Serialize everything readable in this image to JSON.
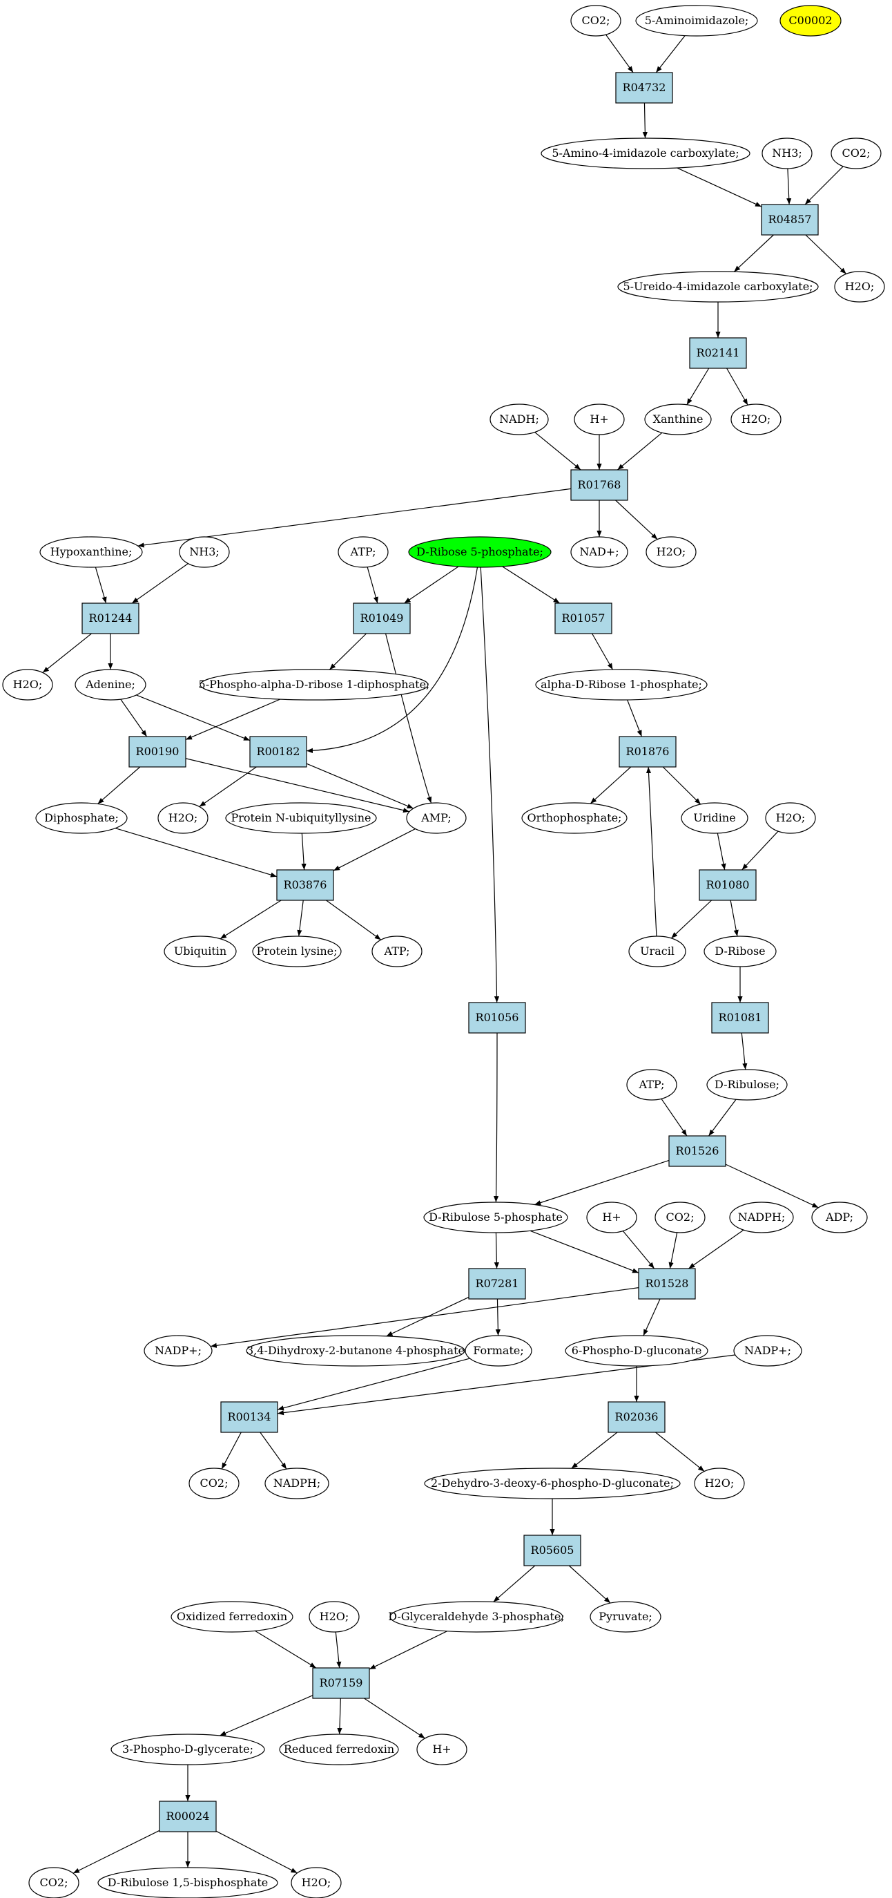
{
  "colors": {
    "reaction_fill": "#add8e6",
    "compound_fill": "#ffffff",
    "highlight_green": "#00ff00",
    "highlight_yellow": "#ffff00",
    "stroke": "#000000"
  },
  "nodes": {
    "co2_1": {
      "label": "CO2;"
    },
    "aminoimidazole": {
      "label": "5-Aminoimidazole;"
    },
    "c00002": {
      "label": "C00002"
    },
    "r04732": {
      "label": "R04732"
    },
    "amino_carbox": {
      "label": "5-Amino-4-imidazole carboxylate;"
    },
    "nh3_1": {
      "label": "NH3;"
    },
    "co2_2": {
      "label": "CO2;"
    },
    "r04857": {
      "label": "R04857"
    },
    "ureido": {
      "label": "5-Ureido-4-imidazole carboxylate;"
    },
    "h2o_1": {
      "label": "H2O;"
    },
    "r02141": {
      "label": "R02141"
    },
    "nadh": {
      "label": "NADH;"
    },
    "hplus_1": {
      "label": "H+"
    },
    "xanthine": {
      "label": "Xanthine"
    },
    "h2o_2": {
      "label": "H2O;"
    },
    "r01768": {
      "label": "R01768"
    },
    "hypoxanthine": {
      "label": "Hypoxanthine;"
    },
    "nh3_2": {
      "label": "NH3;"
    },
    "atp_1": {
      "label": "ATP;"
    },
    "ribose5p": {
      "label": "D-Ribose 5-phosphate;"
    },
    "nadplus_1": {
      "label": "NAD+;"
    },
    "h2o_3": {
      "label": "H2O;"
    },
    "r01244": {
      "label": "R01244"
    },
    "r01049": {
      "label": "R01049"
    },
    "r01057": {
      "label": "R01057"
    },
    "h2o_4": {
      "label": "H2O;"
    },
    "adenine": {
      "label": "Adenine;"
    },
    "prpp": {
      "label": "5-Phospho-alpha-D-ribose 1-diphosphate;"
    },
    "aribose1p": {
      "label": "alpha-D-Ribose 1-phosphate;"
    },
    "r00190": {
      "label": "R00190"
    },
    "r00182": {
      "label": "R00182"
    },
    "r01876": {
      "label": "R01876"
    },
    "diphosphate": {
      "label": "Diphosphate;"
    },
    "h2o_5": {
      "label": "H2O;"
    },
    "protein_nub": {
      "label": "Protein N-ubiquityllysine"
    },
    "amp": {
      "label": "AMP;"
    },
    "orthophosphate": {
      "label": "Orthophosphate;"
    },
    "uridine": {
      "label": "Uridine"
    },
    "h2o_6": {
      "label": "H2O;"
    },
    "r03876": {
      "label": "R03876"
    },
    "r01080": {
      "label": "R01080"
    },
    "ubiquitin": {
      "label": "Ubiquitin"
    },
    "protein_lysine": {
      "label": "Protein lysine;"
    },
    "atp_2": {
      "label": "ATP;"
    },
    "uracil": {
      "label": "Uracil"
    },
    "dribose": {
      "label": "D-Ribose"
    },
    "r01056": {
      "label": "R01056"
    },
    "r01081": {
      "label": "R01081"
    },
    "atp_3": {
      "label": "ATP;"
    },
    "dribulose": {
      "label": "D-Ribulose;"
    },
    "r01526": {
      "label": "R01526"
    },
    "ribulose5p": {
      "label": "D-Ribulose 5-phosphate"
    },
    "hplus_2": {
      "label": "H+"
    },
    "co2_3": {
      "label": "CO2;"
    },
    "nadph_1": {
      "label": "NADPH;"
    },
    "adp": {
      "label": "ADP;"
    },
    "r07281": {
      "label": "R07281"
    },
    "r01528": {
      "label": "R01528"
    },
    "nadpplus_1": {
      "label": "NADP+;"
    },
    "dihydroxybutanone": {
      "label": "3,4-Dihydroxy-2-butanone 4-phosphate"
    },
    "formate": {
      "label": "Formate;"
    },
    "phosphogluconate": {
      "label": "6-Phospho-D-gluconate"
    },
    "nadpplus_2": {
      "label": "NADP+;"
    },
    "r00134": {
      "label": "R00134"
    },
    "r02036": {
      "label": "R02036"
    },
    "co2_4": {
      "label": "CO2;"
    },
    "nadph_2": {
      "label": "NADPH;"
    },
    "kdpg": {
      "label": "2-Dehydro-3-deoxy-6-phospho-D-gluconate;"
    },
    "h2o_7": {
      "label": "H2O;"
    },
    "r05605": {
      "label": "R05605"
    },
    "oxferredoxin": {
      "label": "Oxidized ferredoxin"
    },
    "h2o_8": {
      "label": "H2O;"
    },
    "g3p": {
      "label": "D-Glyceraldehyde 3-phosphate;"
    },
    "pyruvate": {
      "label": "Pyruvate;"
    },
    "r07159": {
      "label": "R07159"
    },
    "pga": {
      "label": "3-Phospho-D-glycerate;"
    },
    "redferredoxin": {
      "label": "Reduced ferredoxin"
    },
    "hplus_3": {
      "label": "H+"
    },
    "r00024": {
      "label": "R00024"
    },
    "co2_5": {
      "label": "CO2;"
    },
    "rubp": {
      "label": "D-Ribulose 1,5-bisphosphate"
    },
    "h2o_9": {
      "label": "H2O;"
    }
  },
  "edges": [
    [
      "co2_1",
      "r04732"
    ],
    [
      "aminoimidazole",
      "r04732"
    ],
    [
      "r04732",
      "amino_carbox"
    ],
    [
      "amino_carbox",
      "r04857"
    ],
    [
      "nh3_1",
      "r04857"
    ],
    [
      "co2_2",
      "r04857"
    ],
    [
      "r04857",
      "ureido"
    ],
    [
      "r04857",
      "h2o_1"
    ],
    [
      "ureido",
      "r02141"
    ],
    [
      "r02141",
      "xanthine"
    ],
    [
      "r02141",
      "h2o_2"
    ],
    [
      "nadh",
      "r01768"
    ],
    [
      "hplus_1",
      "r01768"
    ],
    [
      "xanthine",
      "r01768"
    ],
    [
      "r01768",
      "hypoxanthine"
    ],
    [
      "r01768",
      "nadplus_1"
    ],
    [
      "r01768",
      "h2o_3"
    ],
    [
      "hypoxanthine",
      "r01244"
    ],
    [
      "nh3_2",
      "r01244"
    ],
    [
      "r01244",
      "h2o_4"
    ],
    [
      "r01244",
      "adenine"
    ],
    [
      "atp_1",
      "r01049"
    ],
    [
      "ribose5p",
      "r01049"
    ],
    [
      "r01049",
      "prpp"
    ],
    [
      "r01049",
      "amp"
    ],
    [
      "ribose5p",
      "r01057"
    ],
    [
      "ribose5p",
      "r00182"
    ],
    [
      "ribose5p",
      "r01056"
    ],
    [
      "r01057",
      "aribose1p"
    ],
    [
      "aribose1p",
      "r01876"
    ],
    [
      "adenine",
      "r00190"
    ],
    [
      "adenine",
      "r00182"
    ],
    [
      "prpp",
      "r00190"
    ],
    [
      "r00190",
      "diphosphate"
    ],
    [
      "r00190",
      "amp"
    ],
    [
      "r00182",
      "h2o_5"
    ],
    [
      "r00182",
      "amp"
    ],
    [
      "diphosphate",
      "r03876"
    ],
    [
      "protein_nub",
      "r03876"
    ],
    [
      "amp",
      "r03876"
    ],
    [
      "r03876",
      "ubiquitin"
    ],
    [
      "r03876",
      "protein_lysine"
    ],
    [
      "r03876",
      "atp_2"
    ],
    [
      "r01876",
      "orthophosphate"
    ],
    [
      "r01876",
      "uridine"
    ],
    [
      "uridine",
      "r01080"
    ],
    [
      "h2o_6",
      "r01080"
    ],
    [
      "r01080",
      "uracil"
    ],
    [
      "r01080",
      "dribose"
    ],
    [
      "uracil",
      "r01876"
    ],
    [
      "dribose",
      "r01081"
    ],
    [
      "r01081",
      "dribulose"
    ],
    [
      "atp_3",
      "r01526"
    ],
    [
      "dribulose",
      "r01526"
    ],
    [
      "r01526",
      "ribulose5p"
    ],
    [
      "r01526",
      "adp"
    ],
    [
      "r01056",
      "ribulose5p"
    ],
    [
      "ribulose5p",
      "r07281"
    ],
    [
      "ribulose5p",
      "r01528"
    ],
    [
      "hplus_2",
      "r01528"
    ],
    [
      "co2_3",
      "r01528"
    ],
    [
      "nadph_1",
      "r01528"
    ],
    [
      "r01528",
      "phosphogluconate"
    ],
    [
      "r01528",
      "nadpplus_1"
    ],
    [
      "r07281",
      "dihydroxybutanone"
    ],
    [
      "r07281",
      "formate"
    ],
    [
      "nadpplus_2",
      "r00134"
    ],
    [
      "formate",
      "r00134"
    ],
    [
      "r00134",
      "co2_4"
    ],
    [
      "r00134",
      "nadph_2"
    ],
    [
      "phosphogluconate",
      "r02036"
    ],
    [
      "r02036",
      "kdpg"
    ],
    [
      "r02036",
      "h2o_7"
    ],
    [
      "kdpg",
      "r05605"
    ],
    [
      "r05605",
      "g3p"
    ],
    [
      "r05605",
      "pyruvate"
    ],
    [
      "oxferredoxin",
      "r07159"
    ],
    [
      "h2o_8",
      "r07159"
    ],
    [
      "g3p",
      "r07159"
    ],
    [
      "r07159",
      "pga"
    ],
    [
      "r07159",
      "redferredoxin"
    ],
    [
      "r07159",
      "hplus_3"
    ],
    [
      "pga",
      "r00024"
    ],
    [
      "r00024",
      "co2_5"
    ],
    [
      "r00024",
      "rubp"
    ],
    [
      "r00024",
      "h2o_9"
    ]
  ]
}
